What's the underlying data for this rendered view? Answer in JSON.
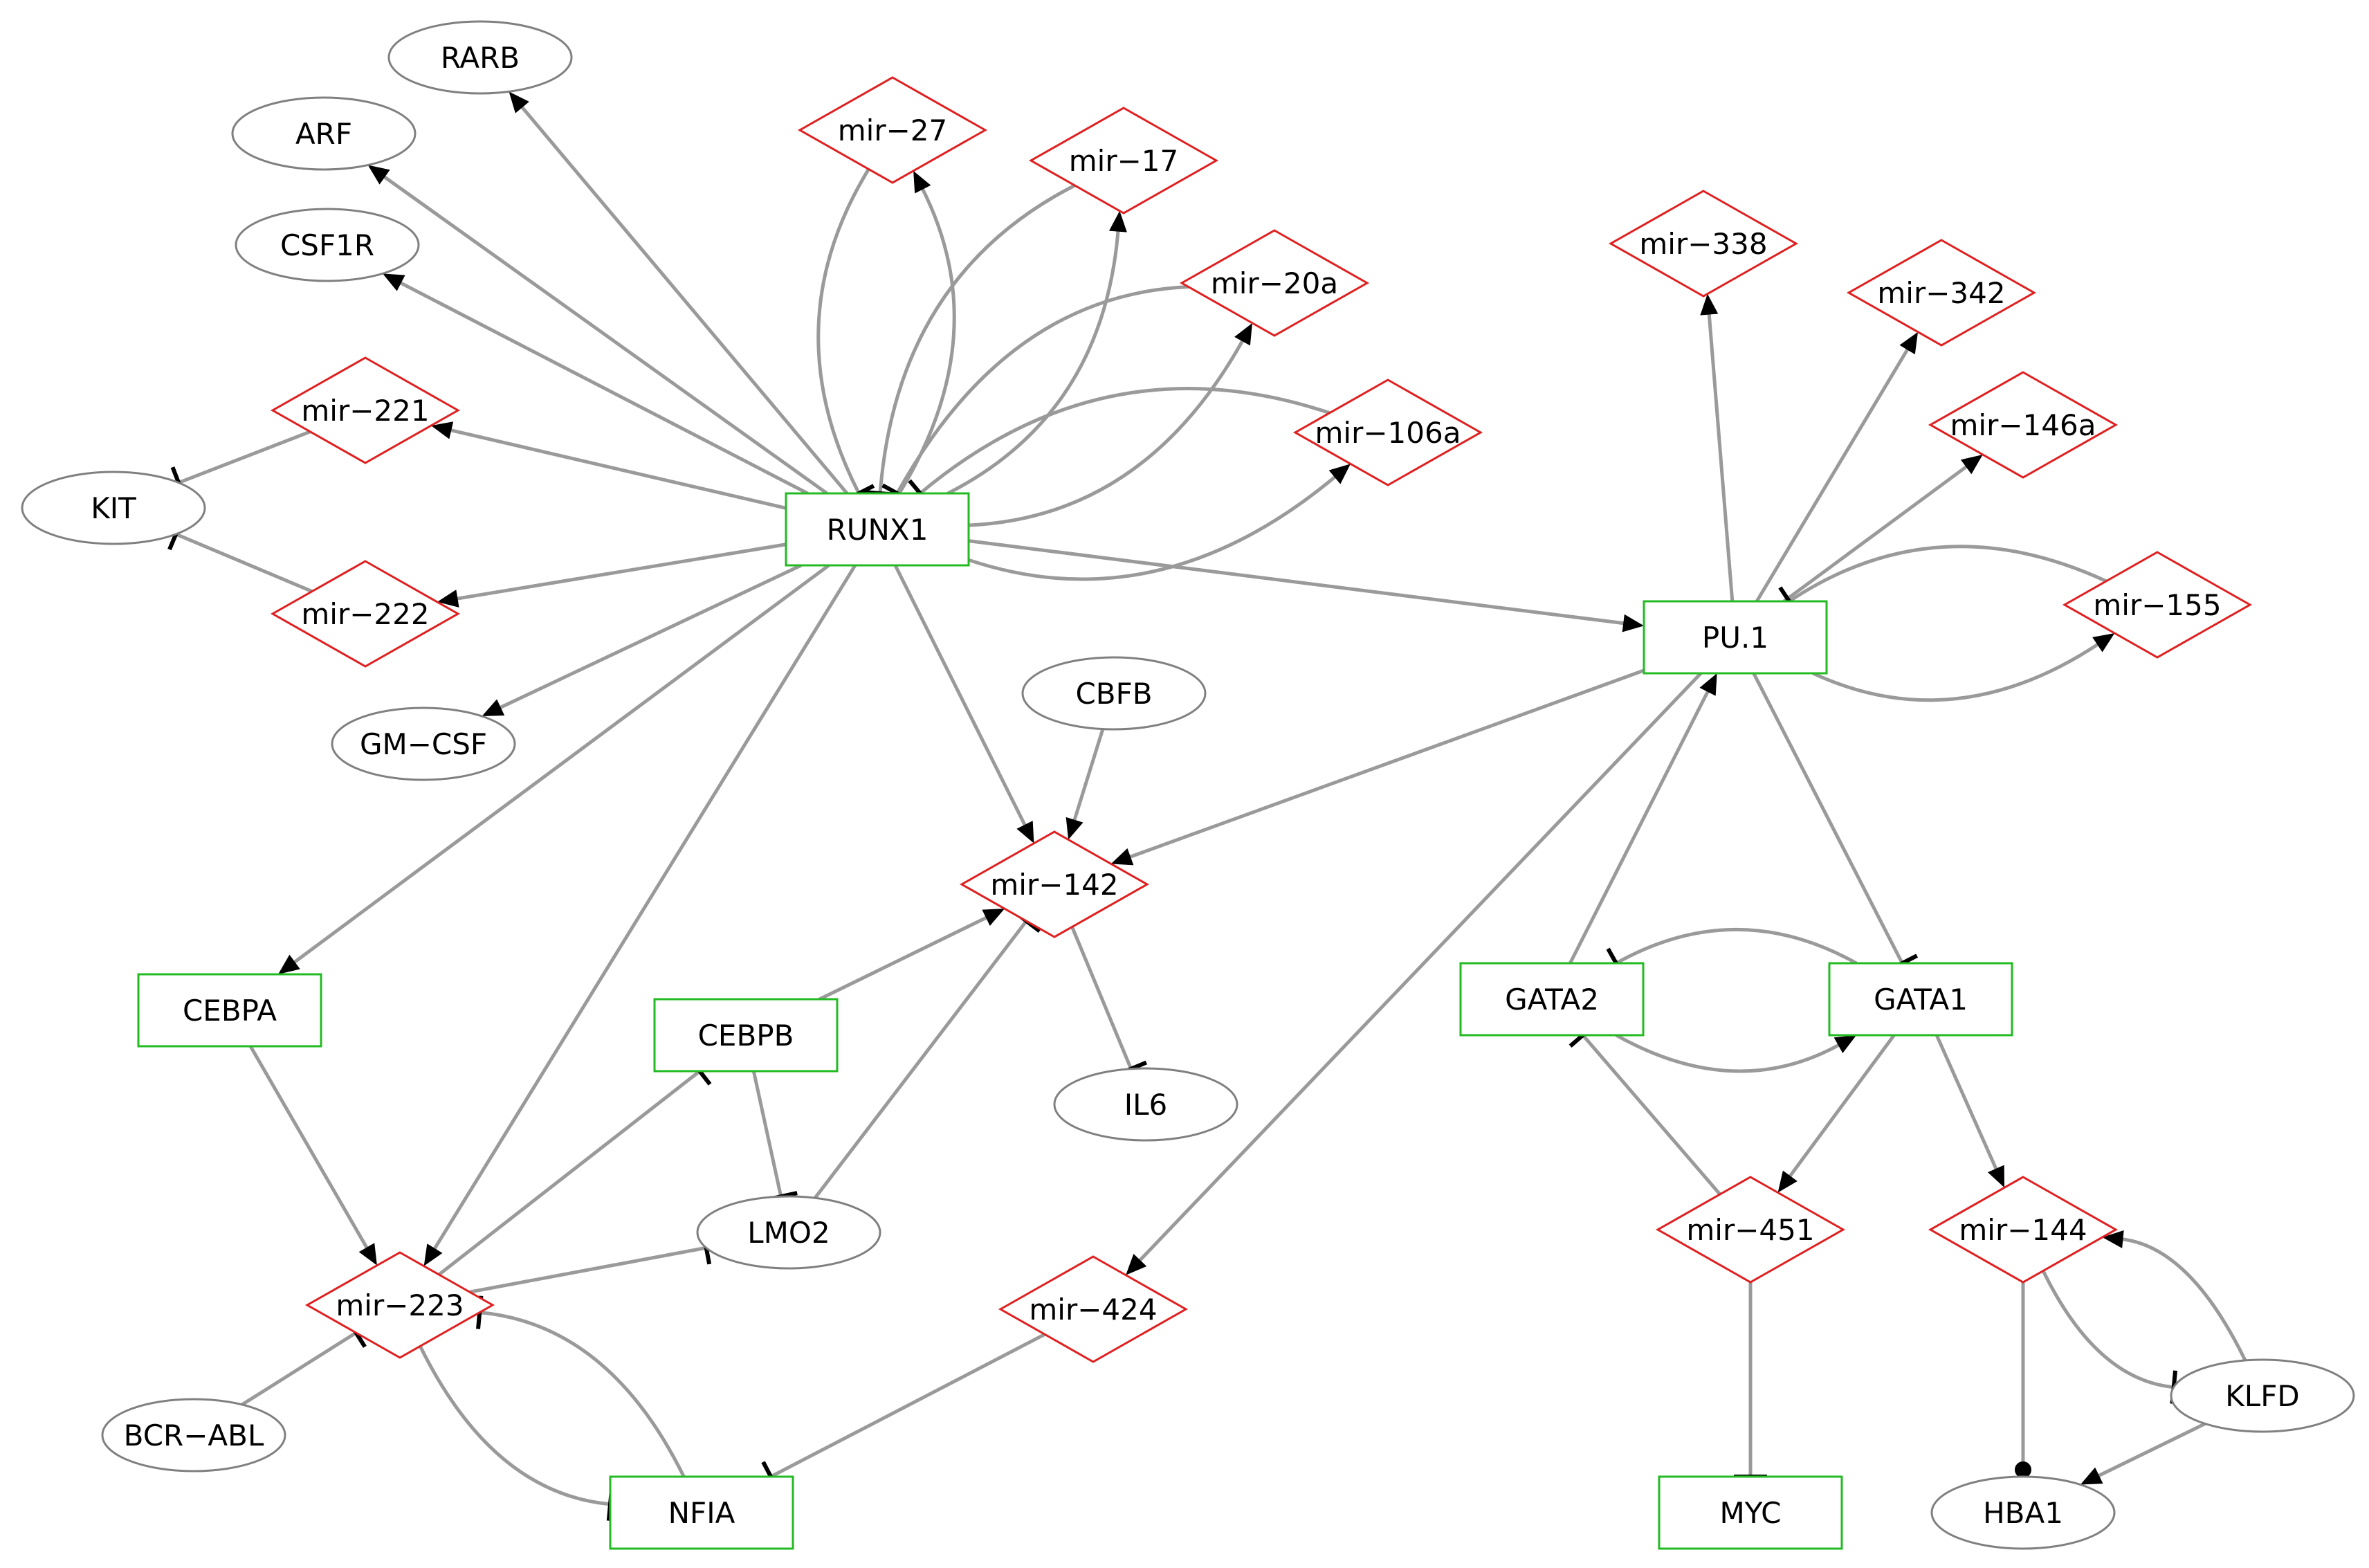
{
  "colors": {
    "edge": "#9a9a9a",
    "gene_border": "#808080",
    "tf_border": "#22bb22",
    "mirna_border": "#e02020",
    "arrowhead": "#000000",
    "background": "#ffffff"
  },
  "legend_note": "",
  "nodes": [
    {
      "id": "RARB",
      "label": "RARB",
      "kind": "gene"
    },
    {
      "id": "ARF",
      "label": "ARF",
      "kind": "gene"
    },
    {
      "id": "CSF1R",
      "label": "CSF1R",
      "kind": "gene"
    },
    {
      "id": "KIT",
      "label": "KIT",
      "kind": "gene"
    },
    {
      "id": "GMCSF",
      "label": "GM−CSF",
      "kind": "gene"
    },
    {
      "id": "CBFB",
      "label": "CBFB",
      "kind": "gene"
    },
    {
      "id": "IL6",
      "label": "IL6",
      "kind": "gene"
    },
    {
      "id": "LMO2",
      "label": "LMO2",
      "kind": "gene"
    },
    {
      "id": "BCRABL",
      "label": "BCR−ABL",
      "kind": "gene"
    },
    {
      "id": "KLFD",
      "label": "KLFD",
      "kind": "gene"
    },
    {
      "id": "HBA1",
      "label": "HBA1",
      "kind": "gene"
    },
    {
      "id": "RUNX1",
      "label": "RUNX1",
      "kind": "tf"
    },
    {
      "id": "PU1",
      "label": "PU.1",
      "kind": "tf"
    },
    {
      "id": "CEBPA",
      "label": "CEBPA",
      "kind": "tf"
    },
    {
      "id": "CEBPB",
      "label": "CEBPB",
      "kind": "tf"
    },
    {
      "id": "GATA2",
      "label": "GATA2",
      "kind": "tf"
    },
    {
      "id": "GATA1",
      "label": "GATA1",
      "kind": "tf"
    },
    {
      "id": "NFIA",
      "label": "NFIA",
      "kind": "tf"
    },
    {
      "id": "MYC",
      "label": "MYC",
      "kind": "tf"
    },
    {
      "id": "mir27",
      "label": "mir−27",
      "kind": "mirna"
    },
    {
      "id": "mir17",
      "label": "mir−17",
      "kind": "mirna"
    },
    {
      "id": "mir20a",
      "label": "mir−20a",
      "kind": "mirna"
    },
    {
      "id": "mir106a",
      "label": "mir−106a",
      "kind": "mirna"
    },
    {
      "id": "mir221",
      "label": "mir−221",
      "kind": "mirna"
    },
    {
      "id": "mir222",
      "label": "mir−222",
      "kind": "mirna"
    },
    {
      "id": "mir338",
      "label": "mir−338",
      "kind": "mirna"
    },
    {
      "id": "mir342",
      "label": "mir−342",
      "kind": "mirna"
    },
    {
      "id": "mir146a",
      "label": "mir−146a",
      "kind": "mirna"
    },
    {
      "id": "mir155",
      "label": "mir−155",
      "kind": "mirna"
    },
    {
      "id": "mir142",
      "label": "mir−142",
      "kind": "mirna"
    },
    {
      "id": "mir223",
      "label": "mir−223",
      "kind": "mirna"
    },
    {
      "id": "mir424",
      "label": "mir−424",
      "kind": "mirna"
    },
    {
      "id": "mir451",
      "label": "mir−451",
      "kind": "mirna"
    },
    {
      "id": "mir144",
      "label": "mir−144",
      "kind": "mirna"
    }
  ],
  "edges": [
    {
      "from": "RUNX1",
      "to": "RARB",
      "type": "activates"
    },
    {
      "from": "RUNX1",
      "to": "ARF",
      "type": "activates"
    },
    {
      "from": "RUNX1",
      "to": "CSF1R",
      "type": "activates"
    },
    {
      "from": "RUNX1",
      "to": "mir221",
      "type": "activates"
    },
    {
      "from": "RUNX1",
      "to": "mir222",
      "type": "activates"
    },
    {
      "from": "RUNX1",
      "to": "GMCSF",
      "type": "activates"
    },
    {
      "from": "RUNX1",
      "to": "mir27",
      "type": "activates"
    },
    {
      "from": "mir27",
      "to": "RUNX1",
      "type": "inhibits"
    },
    {
      "from": "RUNX1",
      "to": "mir17",
      "type": "activates"
    },
    {
      "from": "mir17",
      "to": "RUNX1",
      "type": "inhibits"
    },
    {
      "from": "RUNX1",
      "to": "mir20a",
      "type": "activates"
    },
    {
      "from": "mir20a",
      "to": "RUNX1",
      "type": "inhibits"
    },
    {
      "from": "RUNX1",
      "to": "mir106a",
      "type": "activates"
    },
    {
      "from": "mir106a",
      "to": "RUNX1",
      "type": "inhibits"
    },
    {
      "from": "mir221",
      "to": "KIT",
      "type": "inhibits"
    },
    {
      "from": "mir222",
      "to": "KIT",
      "type": "inhibits"
    },
    {
      "from": "RUNX1",
      "to": "PU1",
      "type": "activates"
    },
    {
      "from": "RUNX1",
      "to": "mir142",
      "type": "activates"
    },
    {
      "from": "RUNX1",
      "to": "CEBPA",
      "type": "activates"
    },
    {
      "from": "RUNX1",
      "to": "mir223",
      "type": "activates"
    },
    {
      "from": "PU1",
      "to": "mir338",
      "type": "activates"
    },
    {
      "from": "PU1",
      "to": "mir342",
      "type": "activates"
    },
    {
      "from": "PU1",
      "to": "mir146a",
      "type": "activates"
    },
    {
      "from": "PU1",
      "to": "mir155",
      "type": "activates"
    },
    {
      "from": "mir155",
      "to": "PU1",
      "type": "inhibits"
    },
    {
      "from": "PU1",
      "to": "mir142",
      "type": "activates"
    },
    {
      "from": "PU1",
      "to": "mir424",
      "type": "activates"
    },
    {
      "from": "PU1",
      "to": "GATA1",
      "type": "inhibits"
    },
    {
      "from": "GATA2",
      "to": "PU1",
      "type": "activates"
    },
    {
      "from": "GATA2",
      "to": "GATA1",
      "type": "activates"
    },
    {
      "from": "GATA1",
      "to": "GATA2",
      "type": "inhibits"
    },
    {
      "from": "GATA1",
      "to": "mir451",
      "type": "activates"
    },
    {
      "from": "GATA1",
      "to": "mir144",
      "type": "activates"
    },
    {
      "from": "mir451",
      "to": "GATA2",
      "type": "inhibits"
    },
    {
      "from": "mir451",
      "to": "MYC",
      "type": "inhibits"
    },
    {
      "from": "mir144",
      "to": "KLFD",
      "type": "inhibits"
    },
    {
      "from": "KLFD",
      "to": "mir144",
      "type": "activates"
    },
    {
      "from": "KLFD",
      "to": "HBA1",
      "type": "activates"
    },
    {
      "from": "mir144",
      "to": "HBA1",
      "type": "binds"
    },
    {
      "from": "CBFB",
      "to": "mir142",
      "type": "activates"
    },
    {
      "from": "CEBPB",
      "to": "mir142",
      "type": "activates"
    },
    {
      "from": "CEBPB",
      "to": "LMO2",
      "type": "inhibits"
    },
    {
      "from": "LMO2",
      "to": "mir142",
      "type": "inhibits"
    },
    {
      "from": "mir142",
      "to": "IL6",
      "type": "inhibits"
    },
    {
      "from": "CEBPA",
      "to": "mir223",
      "type": "activates"
    },
    {
      "from": "mir223",
      "to": "CEBPB",
      "type": "inhibits"
    },
    {
      "from": "mir223",
      "to": "LMO2",
      "type": "inhibits"
    },
    {
      "from": "mir223",
      "to": "NFIA",
      "type": "inhibits"
    },
    {
      "from": "NFIA",
      "to": "mir223",
      "type": "inhibits"
    },
    {
      "from": "BCRABL",
      "to": "mir223",
      "type": "inhibits"
    },
    {
      "from": "mir424",
      "to": "NFIA",
      "type": "inhibits"
    }
  ]
}
